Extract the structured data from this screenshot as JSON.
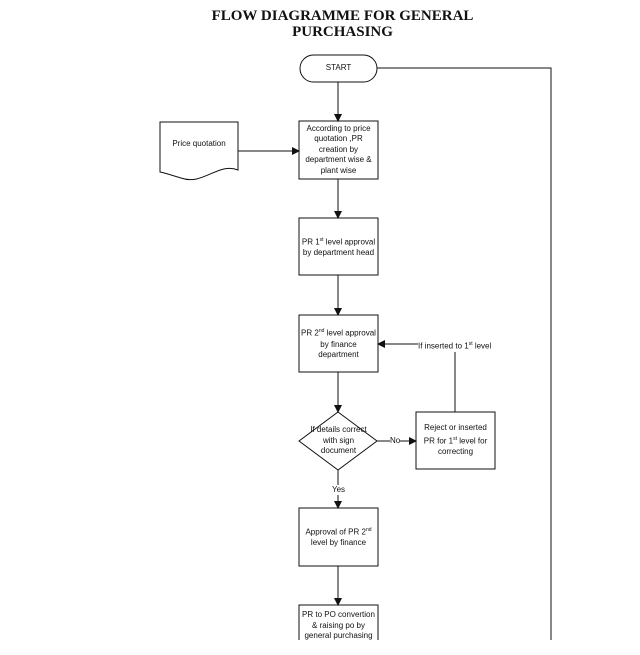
{
  "title": "FLOW DIAGRAMME FOR GENERAL PURCHASING",
  "nodes": {
    "start": "START",
    "price_quotation": "Price quotation",
    "pr_creation": "According to price quotation ,PR creation by department wise & plant wise",
    "pr_level1": {
      "pre": "PR 1",
      "sup": "st",
      "post": " level approval by department head"
    },
    "pr_level2": {
      "pre": "PR 2",
      "sup": "nd",
      "post": " level approval by finance department"
    },
    "decision": "If details correct with sign document",
    "reject": {
      "pre": "Reject or inserted PR for 1",
      "sup": "st",
      "post": " level for correcting"
    },
    "approval_finance": {
      "pre": "Approval of PR 2",
      "sup": "nd",
      "post": " level by finance"
    },
    "po_conversion": "PR to PO convertion & raising po by general purchasing"
  },
  "edges": {
    "no_label": "No",
    "yes_label": "Yes",
    "reinsert": {
      "pre": "If inserted to 1",
      "sup": "st",
      "post": " level"
    }
  }
}
